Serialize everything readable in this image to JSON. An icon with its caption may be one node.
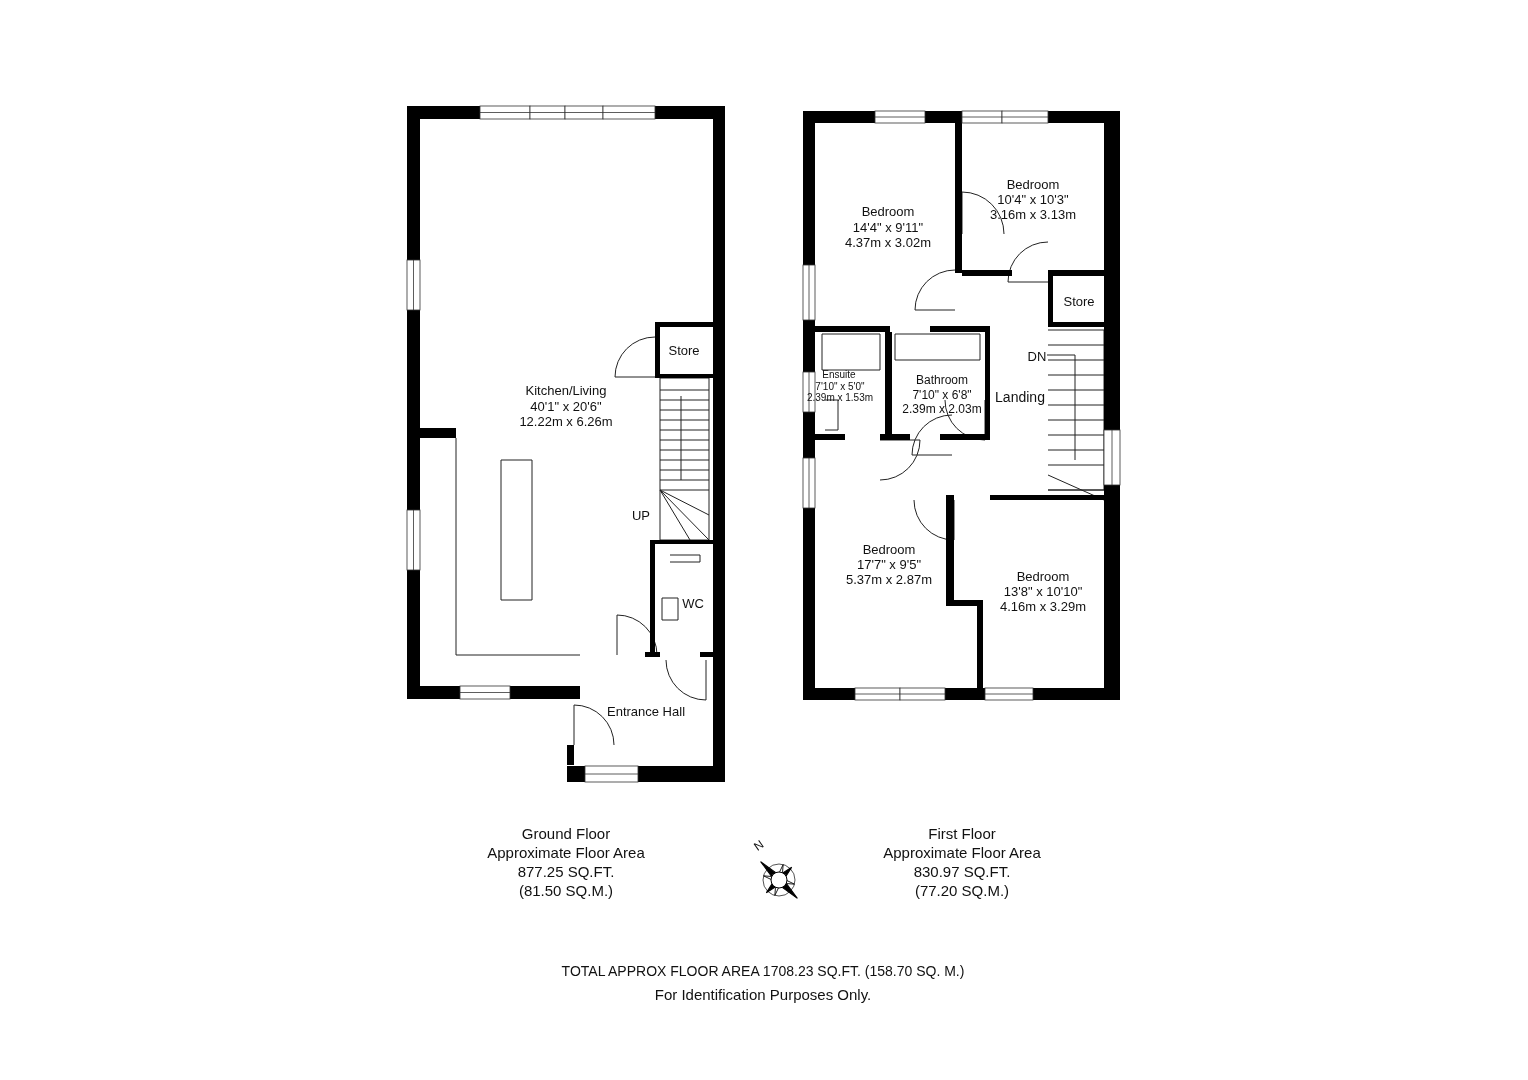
{
  "diagram": {
    "labels": [
      "Kitchen/Living",
      "40'1\" x 20'6\"",
      "12.22m x 6.26m",
      "Store",
      "UP",
      "WC",
      "Entrance Hall",
      "Bedroom",
      "14'4\" x 9'11\"",
      "4.37m x 3.02m",
      "Bedroom",
      "10'4\" x 10'3\"",
      "3.16m x 3.13m",
      "Store",
      "DN",
      "Ensuite",
      "7'10\" x 5'0\"",
      "2.39m x 1.53m",
      "Bathroom",
      "7'10\" x 6'8\"",
      "2.39m x 2.03m",
      "Landing",
      "Bedroom",
      "17'7\" x 9'5\"",
      "5.37m x 2.87m",
      "Bedroom",
      "13'8\" x 10'10\"",
      "4.16m x 3.29m",
      "Ground Floor",
      "Approximate Floor Area",
      "877.25 SQ.FT.",
      "(81.50 SQ.M.)",
      "N",
      "First Floor",
      "Approximate Floor Area",
      "830.97 SQ.FT.",
      "(77.20 SQ.M.)",
      "TOTAL APPROX FLOOR AREA 1708.23 SQ.FT. (158.70 SQ. M.)",
      "For Identification Purposes Only."
    ]
  }
}
